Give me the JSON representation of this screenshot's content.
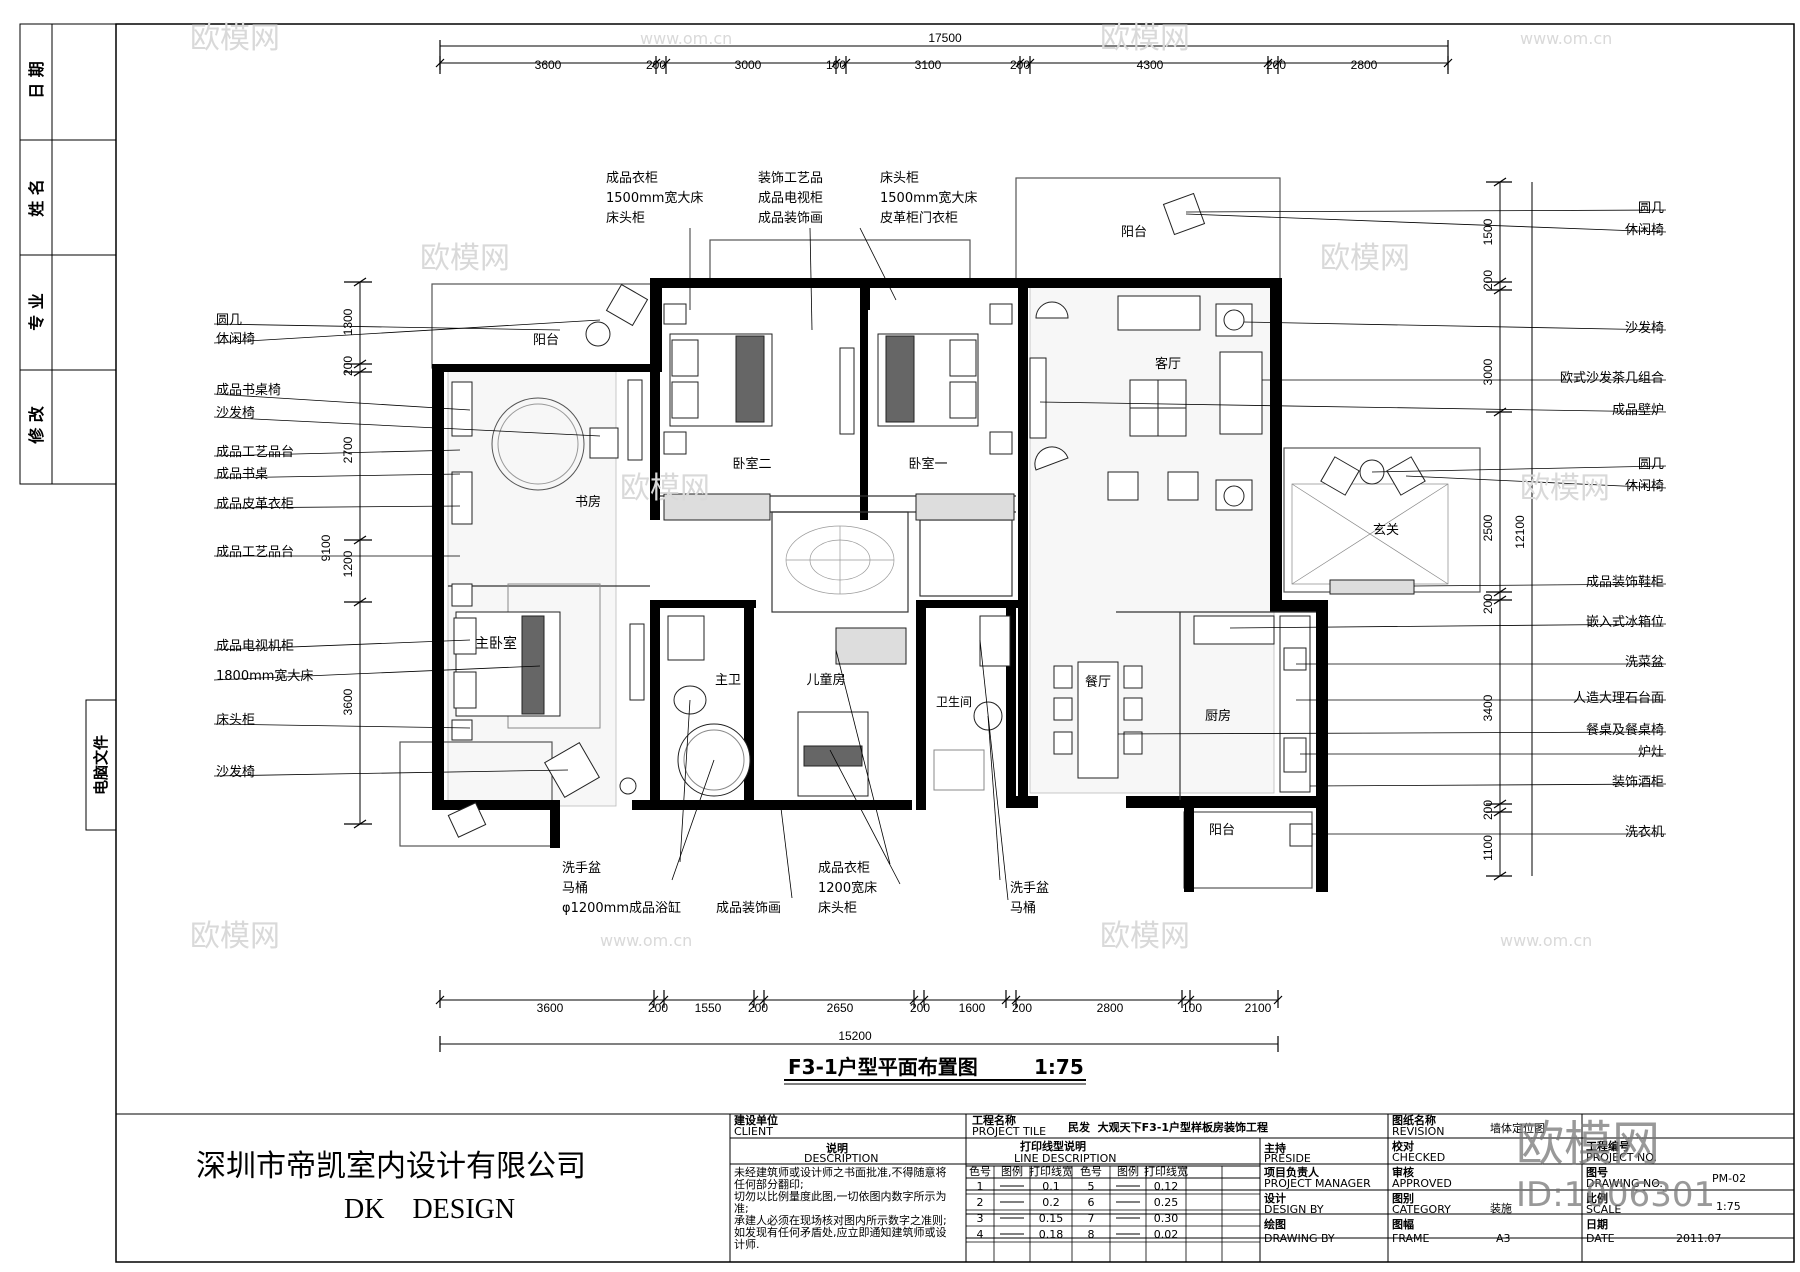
{
  "title": "F3-1户型平面布置图",
  "scale_label": "1:75",
  "company_cn": "深圳市帝凯室内设计有限公司",
  "company_en": "DK    DESIGN",
  "computer_file": "电脑文件",
  "revision_block": [
    "修 改",
    "专 业",
    "姓 名",
    "日 期"
  ],
  "top_dims": {
    "total": "17500",
    "segments": [
      "3600",
      "200",
      "3000",
      "100",
      "3100",
      "200",
      "4300",
      "200",
      "2800"
    ]
  },
  "bottom_dims": {
    "total": "15200",
    "segments": [
      "3600",
      "200",
      "1550",
      "200",
      "2650",
      "200",
      "1600",
      "200",
      "2800",
      "100",
      "2100"
    ]
  },
  "left_dims": {
    "total": "9100",
    "segments": [
      "1300",
      "200",
      "2700",
      "1200",
      "3600"
    ]
  },
  "right_dims": {
    "total": "12100",
    "segments": [
      "1500",
      "200",
      "3000",
      "2500",
      "200",
      "3400",
      "200",
      "1100"
    ]
  },
  "rooms": {
    "balcony_top": "阳台",
    "balcony_left": "阳台",
    "balcony_bottom": "阳台",
    "study": "书房",
    "master": "主卧室",
    "bed2": "卧室二",
    "bed1": "卧室一",
    "master_bath": "主卫",
    "kids": "儿童房",
    "bath": "卫生间",
    "living": "客厅",
    "foyer": "玄关",
    "dining": "餐厅",
    "kitchen": "厨房"
  },
  "labels_left": [
    "圆几",
    "休闲椅",
    "成品书桌椅",
    "沙发椅",
    "成品工艺品台",
    "成品书桌",
    "成品皮革衣柜",
    "成品工艺品台",
    "成品电视机柜",
    "1800mm宽大床",
    "床头柜",
    "沙发椅"
  ],
  "labels_right": [
    "圆几",
    "休闲椅",
    "沙发椅",
    "欧式沙发茶几组合",
    "成品壁炉",
    "圆几",
    "休闲椅",
    "成品装饰鞋柜",
    "嵌入式冰箱位",
    "洗菜盆",
    "人造大理石台面",
    "餐桌及餐桌椅",
    "炉灶",
    "装饰酒柜",
    "洗衣机"
  ],
  "labels_top": [
    [
      "成品衣柜",
      "1500mm宽大床",
      "床头柜"
    ],
    [
      "装饰工艺品",
      "成品电视柜",
      "成品装饰画"
    ],
    [
      "床头柜",
      "1500mm宽大床",
      "皮革柜门衣柜"
    ]
  ],
  "labels_bottom": [
    [
      "洗手盆",
      "马桶",
      "φ1200mm成品浴缸"
    ],
    [
      "成品装饰画"
    ],
    [
      "成品衣柜",
      "1200宽床",
      "床头柜"
    ],
    [
      "洗手盆",
      "马桶"
    ]
  ],
  "title_block": {
    "client_cn": "建设单位",
    "client_en": "CLIENT",
    "desc_cn": "说明",
    "desc_en": "DESCRIPTION",
    "desc_text": [
      "未经建筑师或设计师之书面批准,不得随意将",
      "任何部分翻印;",
      "切勿以比例量度此图,一切依图内数字所示为",
      "准;",
      "承建人必须在现场核对图内所示数字之准则;",
      "如发现有任何矛盾处,应立即通知建筑师或设",
      "计师."
    ],
    "project_cn": "工程名称",
    "project_en": "PROJECT TILE",
    "project_name": "民发  大观天下F3-1户型样板房装饰工程",
    "line_cn": "打印线型说明",
    "line_en": "LINE DESCRIPTION",
    "line_headers": [
      "色号",
      "图例",
      "打印线宽",
      "色号",
      "图例",
      "打印线宽"
    ],
    "line_rows": [
      [
        "1",
        "",
        "0.1",
        "5",
        "",
        "0.12"
      ],
      [
        "2",
        "",
        "0.2",
        "6",
        "",
        "0.25"
      ],
      [
        "3",
        "",
        "0.15",
        "7",
        "",
        "0.30"
      ],
      [
        "4",
        "",
        "0.18",
        "8",
        "",
        "0.02"
      ]
    ],
    "preside_cn": "主持",
    "preside_en": "PRESIDE",
    "pm_cn": "项目负责人",
    "pm_en": "PROJECT MANAGER",
    "design_cn": "设计",
    "design_en": "DESIGN BY",
    "drawing_cn": "绘图",
    "drawing_en": "DRAWING BY",
    "revision_cn": "图纸名称",
    "revision_en": "REVISION",
    "revision_val": "墙体定位图",
    "checked_cn": "校对",
    "checked_en": "CHECKED",
    "approved_cn": "审核",
    "approved_en": "APPROVED",
    "category_cn": "图别",
    "category_en": "CATEGORY",
    "category_val": "装施",
    "frame_cn": "图幅",
    "frame_en": "FRAME",
    "frame_val": "A3",
    "projno_cn": "工程编号",
    "projno_en": "PROJECT NO.",
    "drawno_cn": "图号",
    "drawno_en": "DRAWING NO.",
    "drawno_val": "PM-02",
    "scale_cn": "比例",
    "scale_en": "SCALE",
    "scale_val": "1:75",
    "date_cn": "日期",
    "date_en": "DATE",
    "date_val": "2011.07"
  },
  "watermark": {
    "brand": "欧模网",
    "url": "www.om.cn",
    "id": "ID:1006301"
  }
}
